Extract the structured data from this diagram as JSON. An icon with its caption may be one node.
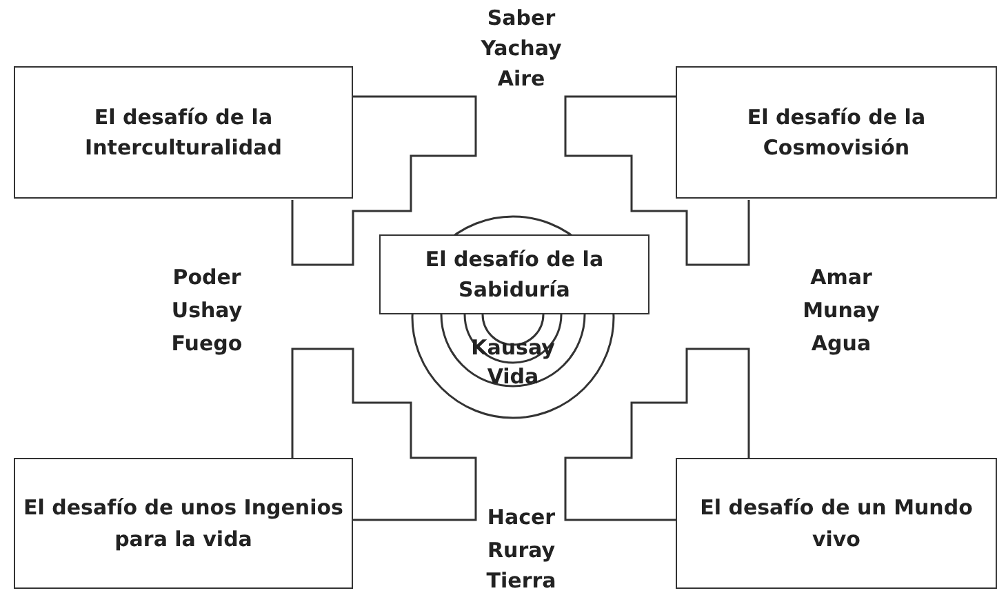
{
  "diagram": {
    "nodes": [
      {
        "text": [
          "El desafío de la Interculturalidad"
        ]
      },
      {
        "text": [
          "El desafío de la Cosmovisión"
        ]
      },
      {
        "text": [
          "El desafío de la Sabiduría"
        ]
      },
      {
        "text": [
          "El desafío de unos Ingenios para la vida"
        ]
      },
      {
        "text": [
          "El desafío de un Mundo vivo"
        ]
      }
    ],
    "labels": [
      "Saber",
      "Yachay",
      "Aire",
      "Poder",
      "Ushay",
      "Fuego",
      "Kausay",
      "Vida",
      "Amar",
      "Munay",
      "Agua",
      "Hacer",
      "Ruray",
      "Tierra"
    ]
  }
}
